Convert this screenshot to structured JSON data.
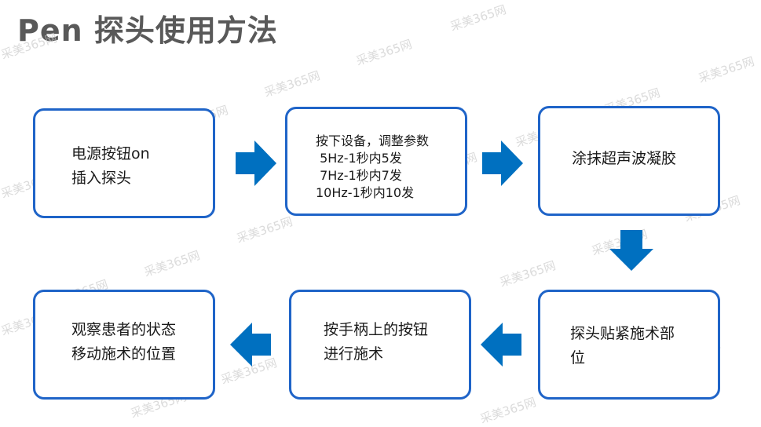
{
  "page": {
    "title": "Pen  探头使用方法",
    "watermark": "采美365网"
  },
  "steps": [
    {
      "id": "step-1",
      "lines": [
        "电源按钮on",
        "插入探头"
      ]
    },
    {
      "id": "step-2",
      "lines": [
        "按下设备，调整参数",
        " 5Hz-1秒内5发",
        " 7Hz-1秒内7发",
        "10Hz-1秒内10发"
      ]
    },
    {
      "id": "step-3",
      "lines": [
        "涂抹超声波凝胶"
      ]
    },
    {
      "id": "step-4",
      "lines": [
        "探头贴紧施术部",
        "位"
      ]
    },
    {
      "id": "step-5",
      "lines": [
        "按手柄上的按钮",
        "进行施术"
      ]
    },
    {
      "id": "step-6",
      "lines": [
        "观察患者的状态",
        "移动施术的位置"
      ]
    }
  ],
  "colors": {
    "accent": "#0070c0",
    "border": "#1f64c8",
    "title": "#595959"
  }
}
